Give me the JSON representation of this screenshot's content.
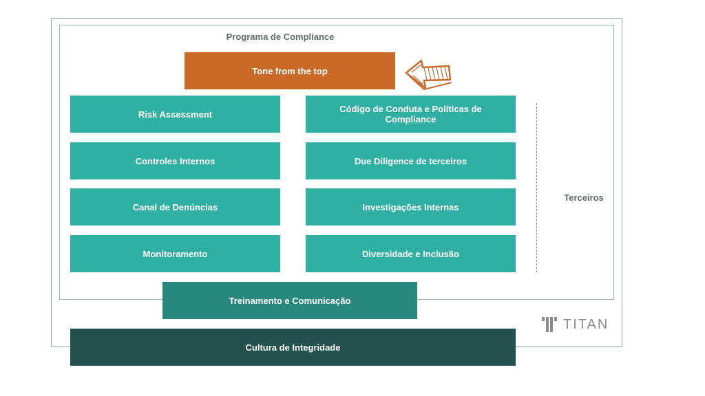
{
  "program": {
    "title": "Programa de Compliance"
  },
  "top": {
    "tone": "Tone from the top"
  },
  "left_column": [
    "Risk Assessment",
    "Controles Internos",
    "Canal de Denúncias",
    "Monitoramento"
  ],
  "right_column": [
    "Código de Conduta e Políticas de Compliance",
    "Due Diligence de terceiros",
    "Investigações Internas",
    "Diversidade e Inclusão"
  ],
  "side_label": "Terceiros",
  "base": {
    "training": "Treinamento e Comunicação",
    "culture": "Cultura de Integridade"
  },
  "logo": {
    "text": "TITAN"
  },
  "colors": {
    "tone": "#c96a29",
    "pillars": "#2fb0a2",
    "training": "#28887e",
    "culture": "#23514d"
  }
}
